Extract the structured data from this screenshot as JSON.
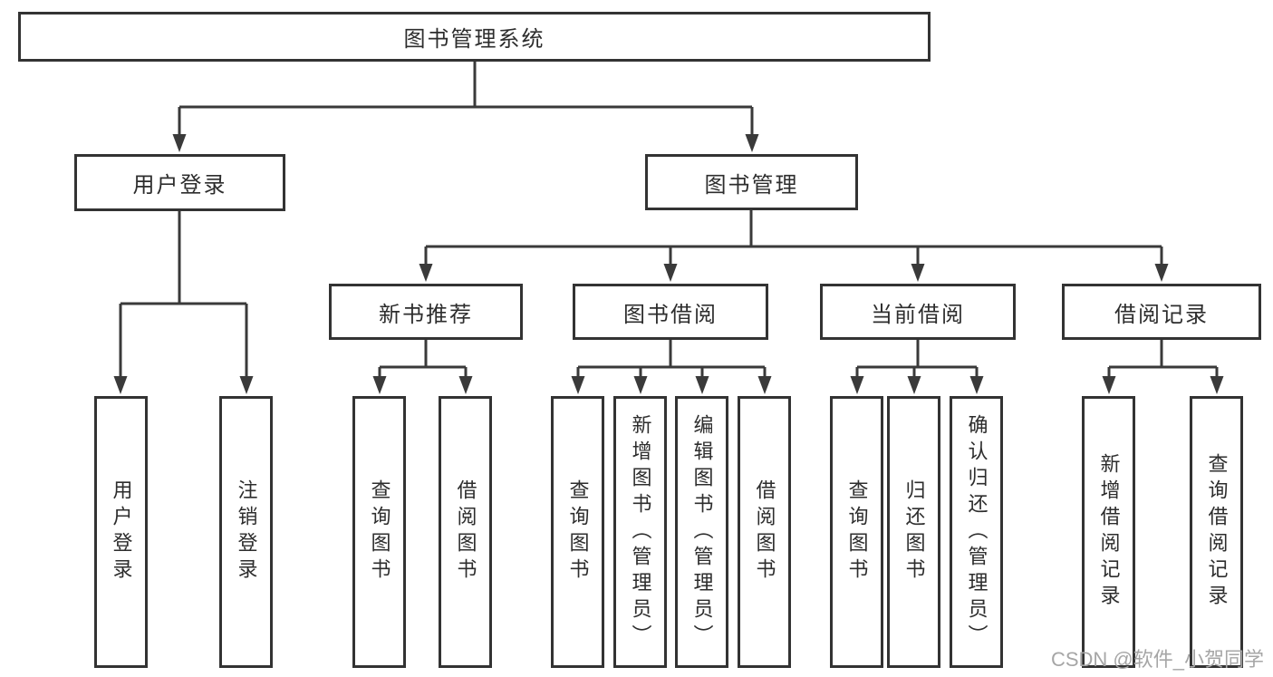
{
  "tree": {
    "label": "图书管理系统",
    "children": [
      {
        "label": "用户登录",
        "children": [
          {
            "label": "用户登录"
          },
          {
            "label": "注销登录"
          }
        ]
      },
      {
        "label": "图书管理",
        "children": [
          {
            "label": "新书推荐",
            "children": [
              {
                "label": "查询图书"
              },
              {
                "label": "借阅图书"
              }
            ]
          },
          {
            "label": "图书借阅",
            "children": [
              {
                "label": "查询图书"
              },
              {
                "label": "新增图书（管理员）"
              },
              {
                "label": "编辑图书（管理员）"
              },
              {
                "label": "借阅图书"
              }
            ]
          },
          {
            "label": "当前借阅",
            "children": [
              {
                "label": "查询图书"
              },
              {
                "label": "归还图书"
              },
              {
                "label": "确认归还（管理员）"
              }
            ]
          },
          {
            "label": "借阅记录",
            "children": [
              {
                "label": "新增借阅记录"
              },
              {
                "label": "查询借阅记录"
              }
            ]
          }
        ]
      }
    ]
  },
  "watermark": "CSDN @软件_小贺同学",
  "colors": {
    "line": "#3a3a3a",
    "box_border": "#333333",
    "text": "#2d2d2d",
    "watermark": "#a6a6a6",
    "background": "#ffffff"
  }
}
